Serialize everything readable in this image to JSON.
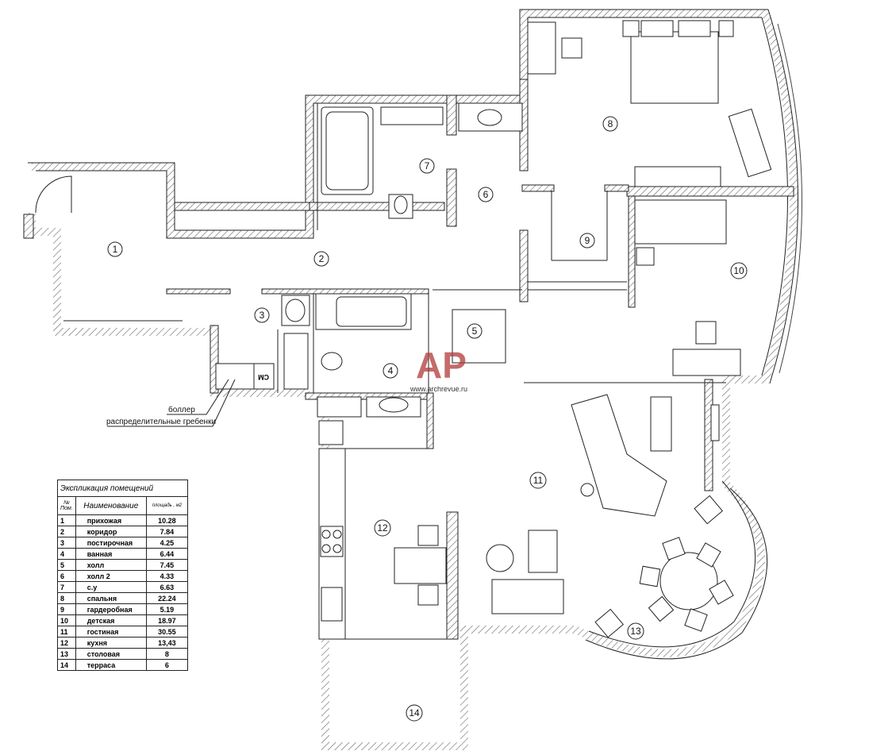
{
  "rooms": [
    {
      "n": "1"
    },
    {
      "n": "2"
    },
    {
      "n": "3"
    },
    {
      "n": "4"
    },
    {
      "n": "5"
    },
    {
      "n": "6"
    },
    {
      "n": "7"
    },
    {
      "n": "8"
    },
    {
      "n": "9"
    },
    {
      "n": "10"
    },
    {
      "n": "11"
    },
    {
      "n": "12"
    },
    {
      "n": "13"
    },
    {
      "n": "14"
    }
  ],
  "annotations": {
    "boiler": "боллер",
    "manifolds": "распределительные гребенки",
    "washer": "СМ"
  },
  "watermark": {
    "logo": "AP",
    "site": "www.archrevue.ru"
  },
  "legend": {
    "title": "Экспликация помещений",
    "headers": [
      "№ Пом.",
      "Наименование",
      "площадь , м2"
    ],
    "rows": [
      [
        "1",
        "прихожая",
        "10.28"
      ],
      [
        "2",
        "коридор",
        "7.84"
      ],
      [
        "3",
        "постирочная",
        "4.25"
      ],
      [
        "4",
        "ванная",
        "6.44"
      ],
      [
        "5",
        "холл",
        "7.45"
      ],
      [
        "6",
        "холл 2",
        "4.33"
      ],
      [
        "7",
        "с.у",
        "6.63"
      ],
      [
        "8",
        "спальня",
        "22.24"
      ],
      [
        "9",
        "гардеробная",
        "5.19"
      ],
      [
        "10",
        "детская",
        "18.97"
      ],
      [
        "11",
        "гостиная",
        "30.55"
      ],
      [
        "12",
        "кухня",
        "13,43"
      ],
      [
        "13",
        "столовая",
        "8"
      ],
      [
        "14",
        "терраса",
        "6"
      ]
    ]
  }
}
